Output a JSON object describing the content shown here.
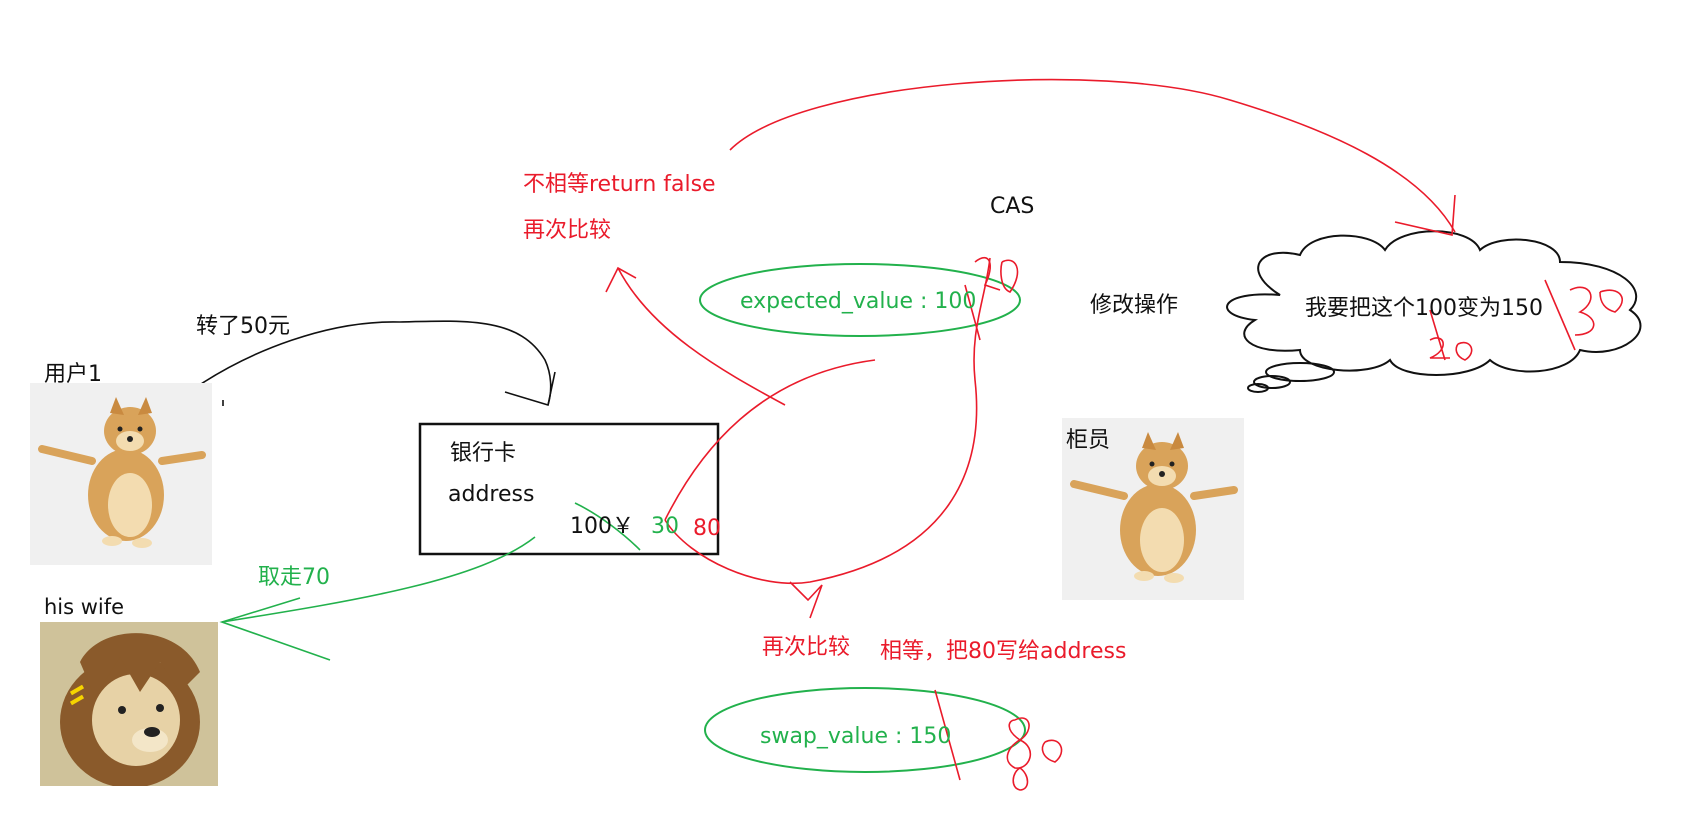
{
  "labels": {
    "user1": "用户1",
    "transfer": "转了50元",
    "wife": "his wife",
    "withdraw": "取走70",
    "card_title": "银行卡",
    "card_address": "address",
    "card_balance": "100￥",
    "card_new1": "30",
    "card_new2": "80",
    "not_equal": "不相等return false",
    "compare_again_top": "再次比较",
    "cas": "CAS",
    "expected": "expected_value : 100",
    "modify": "修改操作",
    "thought": "我要把这个100变为150",
    "teller": "柜员",
    "compare_again_bottom": "再次比较",
    "equal_write": "相等，把80写给address",
    "swap": "swap_value : 150"
  },
  "colors": {
    "ink": "#111111",
    "red": "#ea1b2b",
    "green": "#22b14c",
    "doge_fur": "#d9a35a",
    "doge_light": "#f3dcb0",
    "hair": "#8a5a2b",
    "photo_bg": "#f0f0f0"
  },
  "icons": [
    "doge-user1-image",
    "doge-wife-image",
    "doge-teller-image",
    "thought-cloud"
  ]
}
